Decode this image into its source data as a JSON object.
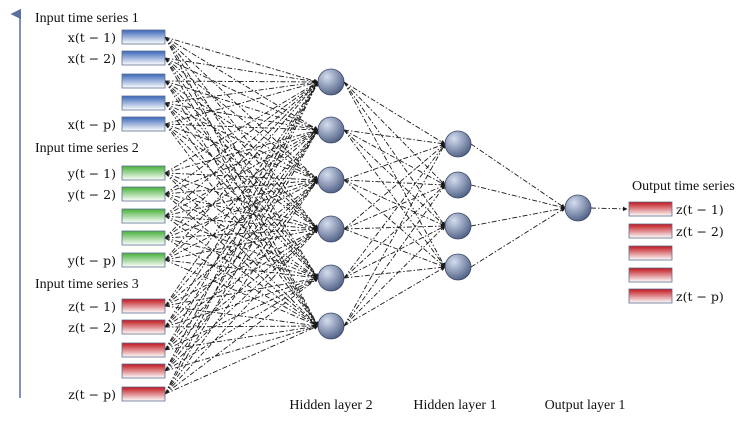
{
  "inputs": [
    {
      "title": "Input time series 1",
      "color": "#3a66b8",
      "labels": [
        "x(t − 1)",
        "x(t − 2)",
        "",
        "",
        "x(t − p)"
      ]
    },
    {
      "title": "Input time series 2",
      "color": "#46b03a",
      "labels": [
        "y(t − 1)",
        "y(t − 2)",
        "",
        "",
        "y(t − p)"
      ]
    },
    {
      "title": "Input time series 3",
      "color": "#c0141a",
      "labels": [
        "z(t − 1)",
        "z(t − 2)",
        "",
        "",
        "z(t − p)"
      ]
    }
  ],
  "output": {
    "title": "Output time series",
    "color": "#c0141a",
    "labels": [
      "z(t − 1)",
      "z(t − 2)",
      "",
      "",
      "z(t − p)"
    ]
  },
  "layers": {
    "hidden2": {
      "label": "Hidden layer 2",
      "nodes": 6
    },
    "hidden1": {
      "label": "Hidden layer 1",
      "nodes": 4
    },
    "output": {
      "label": "Output layer 1",
      "nodes": 1
    }
  },
  "colors": {
    "node_light": "#d4ddef",
    "node_dark": "#4e5f84",
    "edge": "#1a1a1a"
  }
}
